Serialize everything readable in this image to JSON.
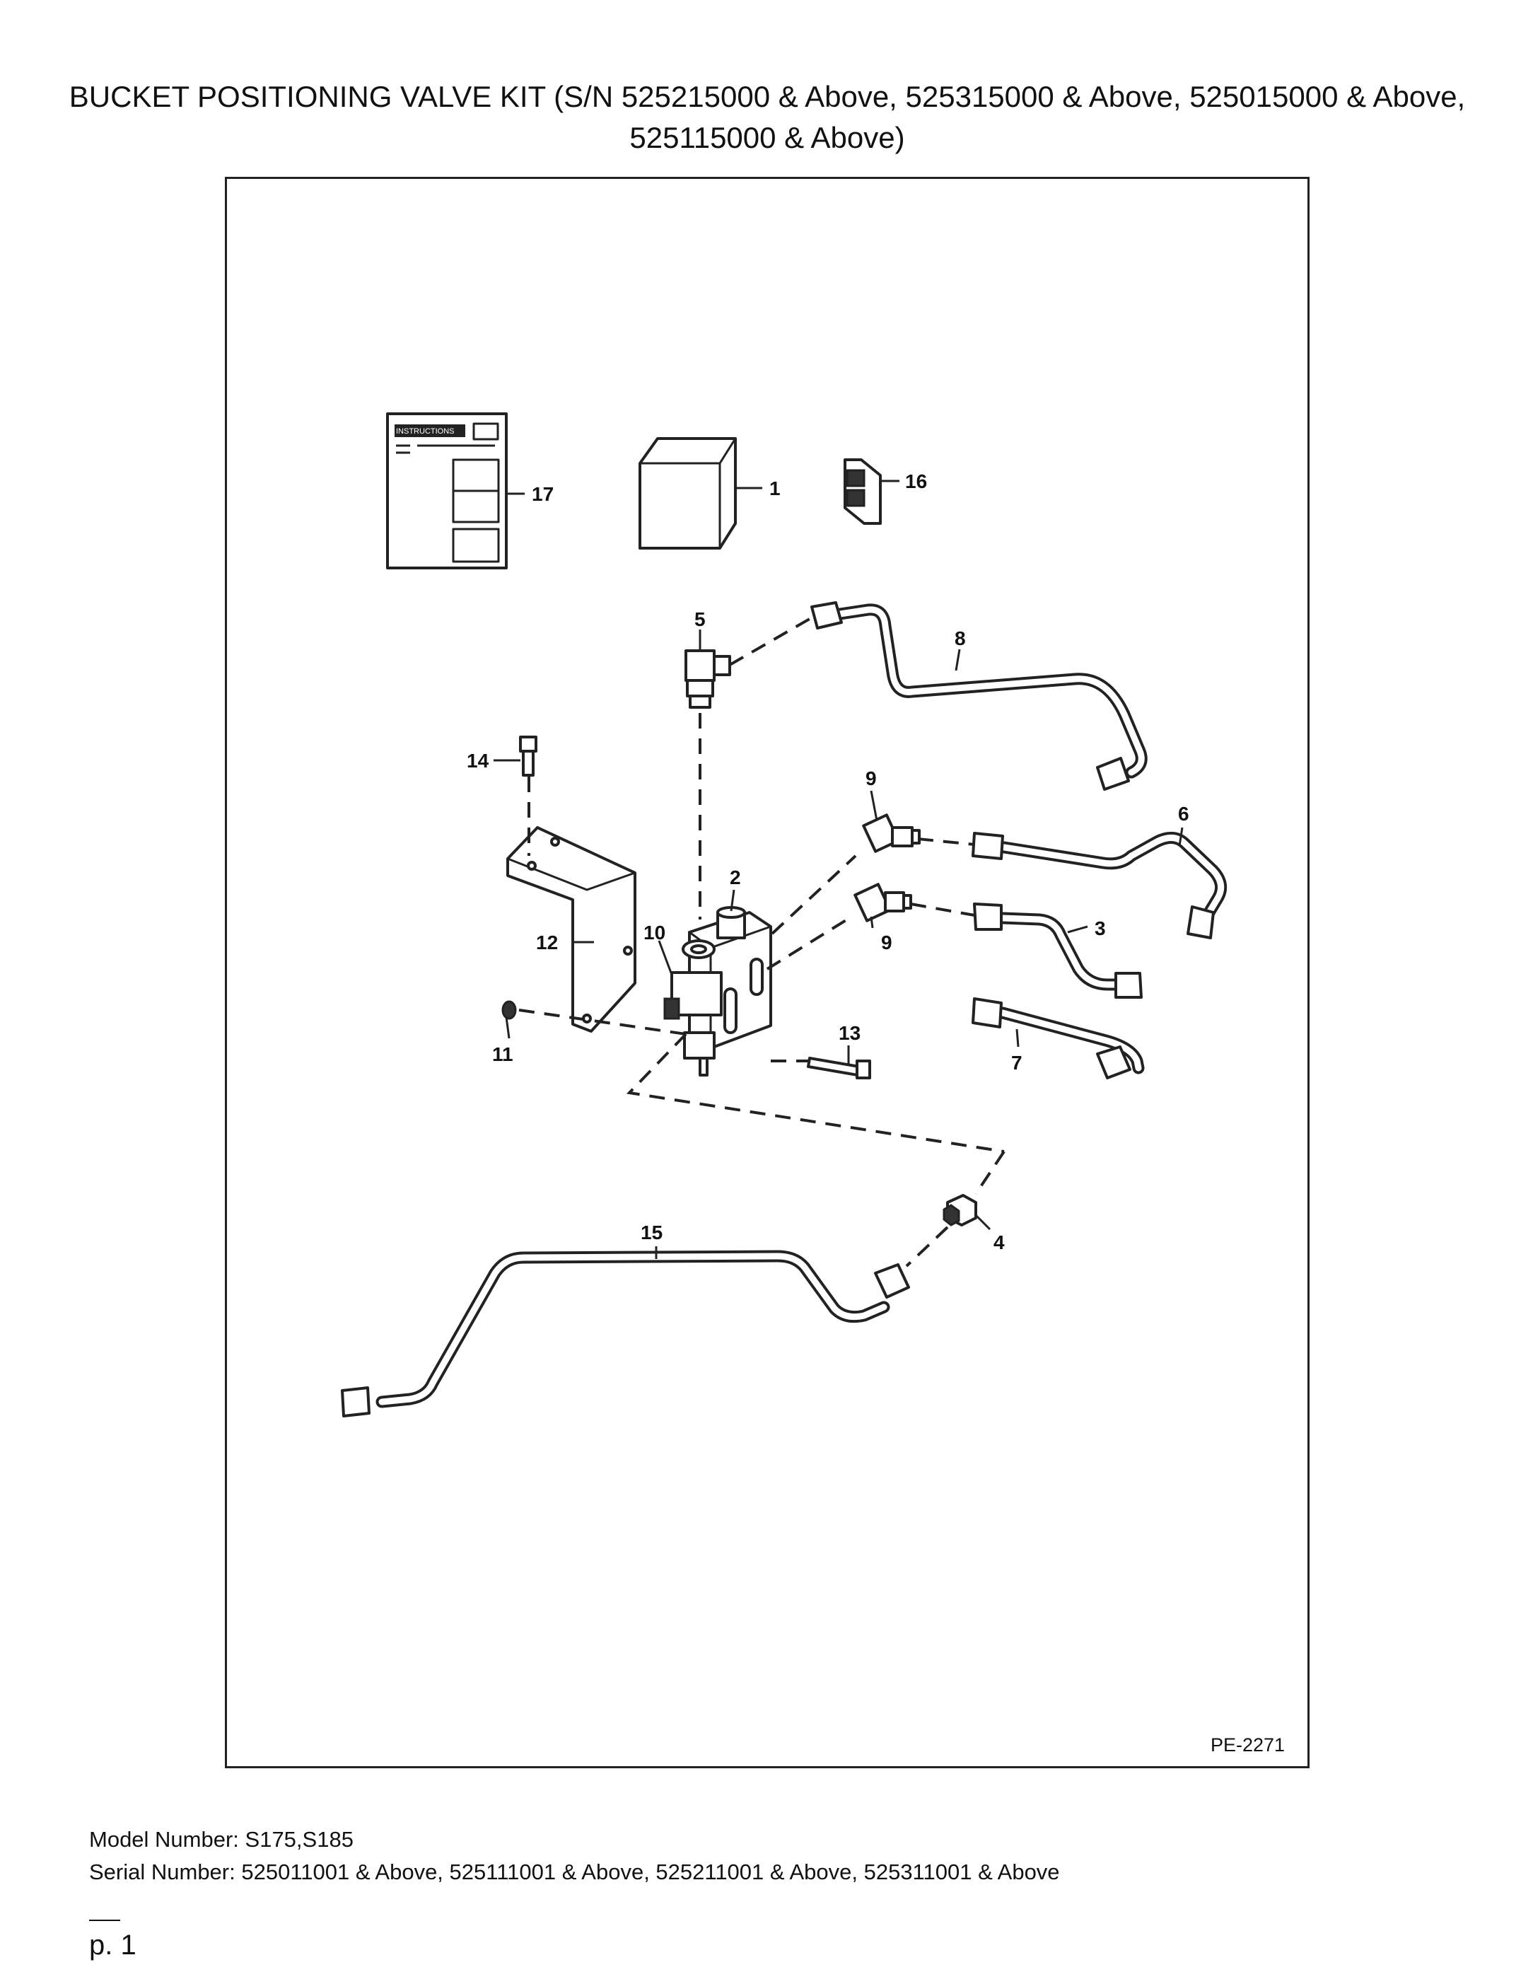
{
  "title": "BUCKET POSITIONING VALVE KIT (S/N 525215000 & Above, 525315000 & Above, 525015000 & Above, 525115000 & Above)",
  "drawing_code": "PE-2271",
  "instructions_sheet_text": "INSTRUCTIONS",
  "callouts": {
    "c1": "1",
    "c2": "2",
    "c3": "3",
    "c4": "4",
    "c5": "5",
    "c6": "6",
    "c7": "7",
    "c8": "8",
    "c9a": "9",
    "c9b": "9",
    "c10": "10",
    "c11": "11",
    "c12": "12",
    "c13": "13",
    "c14": "14",
    "c15": "15",
    "c16": "16",
    "c17": "17"
  },
  "footer": {
    "model": "Model Number: S175,S185",
    "serial": "Serial Number: 525011001 & Above, 525111001 & Above, 525211001 & Above, 525311001 & Above"
  },
  "page": "p. 1"
}
